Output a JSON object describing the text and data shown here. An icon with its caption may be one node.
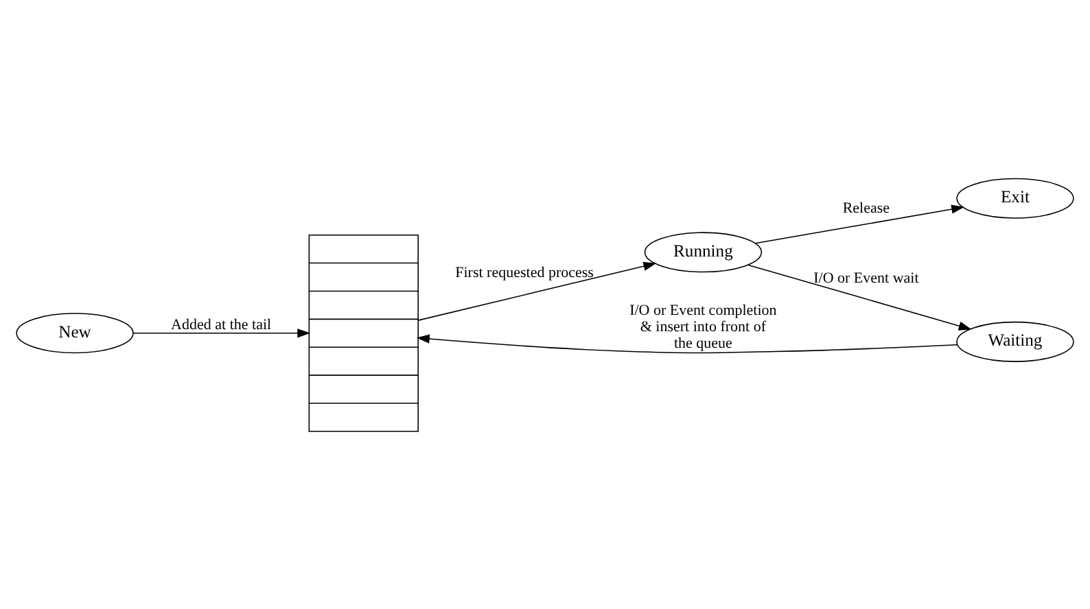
{
  "diagram": {
    "nodes": [
      {
        "text": [
          "New"
        ]
      },
      {
        "text": [],
        "shape": "box"
      },
      {
        "text": [
          "Running"
        ]
      },
      {
        "text": [
          "Waiting"
        ]
      },
      {
        "text": [
          "Exit"
        ]
      }
    ],
    "edges": [
      {
        "from": 0,
        "to": 1,
        "arrow": "to",
        "label": "Added at the tail"
      },
      {
        "from": 1,
        "to": 2,
        "arrow": "to",
        "label": "First requested process"
      },
      {
        "from": 2,
        "to": 3,
        "arrow": "to",
        "label": "I/O or Event wait"
      },
      {
        "from": 3,
        "to": 1,
        "arrow": "to",
        "label": "I/O or Event completion & insert into front of the queue"
      },
      {
        "from": 2,
        "to": 4,
        "arrow": "to",
        "label": "Release"
      }
    ]
  }
}
